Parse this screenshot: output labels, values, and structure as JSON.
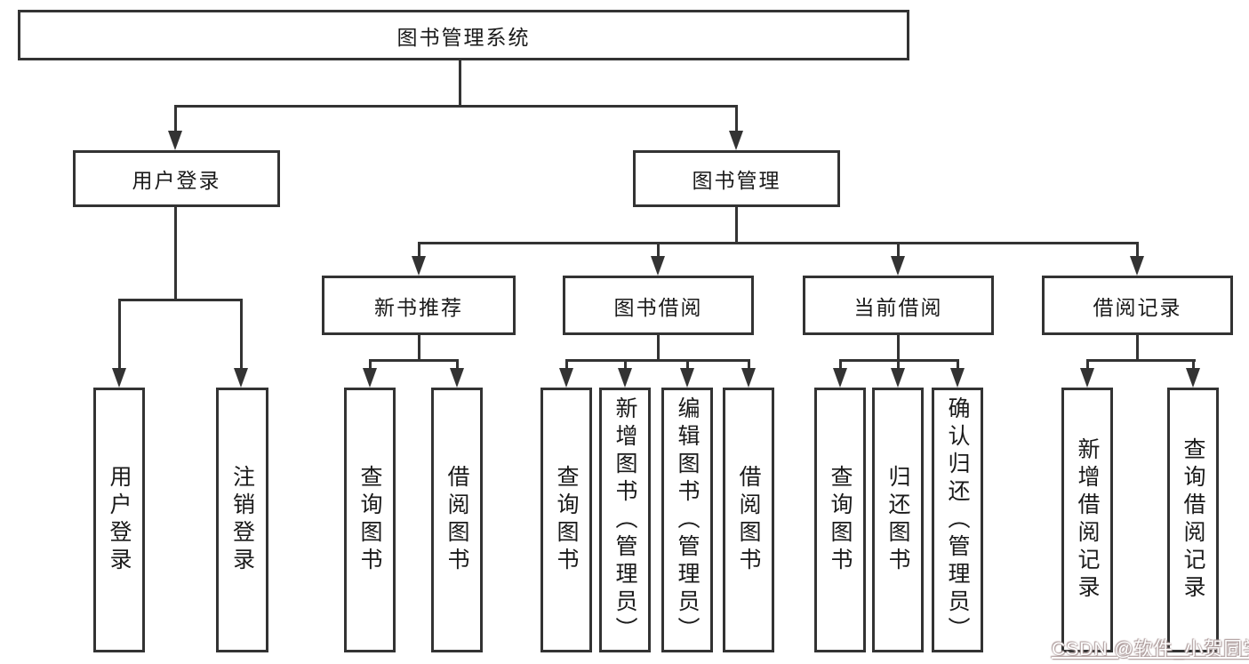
{
  "diagram": {
    "title_node": {
      "label": "图书管理系统"
    },
    "level2": [
      {
        "label": "用户登录"
      },
      {
        "label": "图书管理"
      }
    ],
    "level3": [
      {
        "label": "新书推荐"
      },
      {
        "label": "图书借阅"
      },
      {
        "label": "当前借阅"
      },
      {
        "label": "借阅记录"
      }
    ],
    "leaves": {
      "user_login": [
        "用户登录",
        "注销登录"
      ],
      "new_book": [
        "查询图书",
        "借阅图书"
      ],
      "book_borrow": [
        "查询图书",
        "新增图书（管理员）",
        "编辑图书（管理员）",
        "借阅图书"
      ],
      "current_borrow": [
        "查询图书",
        "归还图书",
        "确认归还（管理员）"
      ],
      "borrow_record": [
        "新增借阅记录",
        "查询借阅记录"
      ]
    },
    "colors": {
      "line": "#333333",
      "box_background": "#ffffff",
      "text": "#1a1a1a"
    }
  },
  "watermark": {
    "text": "CSDN @软件_小贺同学",
    "color": "#cdbaba"
  }
}
